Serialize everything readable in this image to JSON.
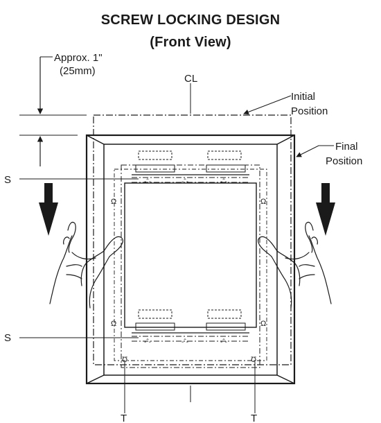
{
  "title": "SCREW LOCKING DESIGN",
  "subtitle": "(Front View)",
  "labels": {
    "offset_line1": "Approx. 1\"",
    "offset_line2": "(25mm)",
    "centerline": "CL",
    "initial_line1": "Initial",
    "initial_line2": "Position",
    "final_line1": "Final",
    "final_line2": "Position",
    "screw_top": "S",
    "screw_bottom": "S",
    "tab_left": "T",
    "tab_right": "T"
  },
  "colors": {
    "ink": "#1a1a1a",
    "background": "#ffffff"
  },
  "icons": {
    "left_arrow": "down-arrow-icon",
    "right_arrow": "down-arrow-icon",
    "left_hand": "hand-icon",
    "right_hand": "hand-icon"
  }
}
